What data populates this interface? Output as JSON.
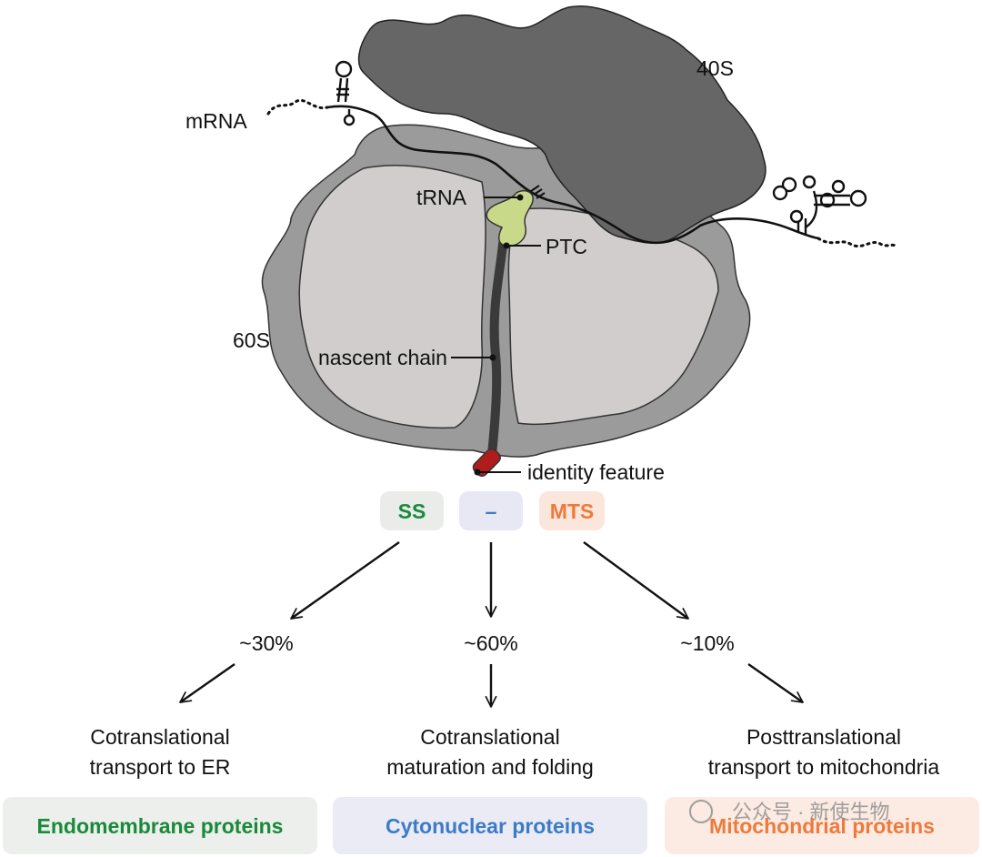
{
  "labels": {
    "small_subunit": "40S",
    "large_subunit": "60S",
    "mrna": "mRNA",
    "trna": "tRNA",
    "ptc": "PTC",
    "nascent_chain": "nascent chain",
    "identity_feature": "identity feature"
  },
  "signals": [
    {
      "text": "SS",
      "color": "#1a8a3a",
      "bg": "#e9ece9"
    },
    {
      "text": "–",
      "color": "#3b7cc7",
      "bg": "#e7e8f3"
    },
    {
      "text": "MTS",
      "color": "#ee7a3c",
      "bg": "#fbe6dc"
    }
  ],
  "pathways": [
    {
      "percent": "~30%",
      "line1": "Cotranslational",
      "line2": "transport to ER",
      "category": "Endomembrane proteins",
      "cat_color": "#1a8a3a",
      "cat_bg": "#ecefec"
    },
    {
      "percent": "~60%",
      "line1": "Cotranslational",
      "line2": "maturation and folding",
      "category": "Cytonuclear proteins",
      "cat_color": "#3b7cc7",
      "cat_bg": "#ebebf6"
    },
    {
      "percent": "~10%",
      "line1": "Posttranslational",
      "line2": "transport to mitochondria",
      "category": "Mitochondrial proteins",
      "cat_color": "#ee7a3c",
      "cat_bg": "#fcebe2"
    }
  ],
  "watermark": "公众号 · 新使生物",
  "colors": {
    "subunit_40s": "#666666",
    "subunit_60s_outer": "#9b9b9b",
    "subunit_60s_inner": "#d1cdcd",
    "trna": "#c9d98a",
    "nascent_chain": "#3a3a3a",
    "identity_feature": "#b01c1c"
  }
}
